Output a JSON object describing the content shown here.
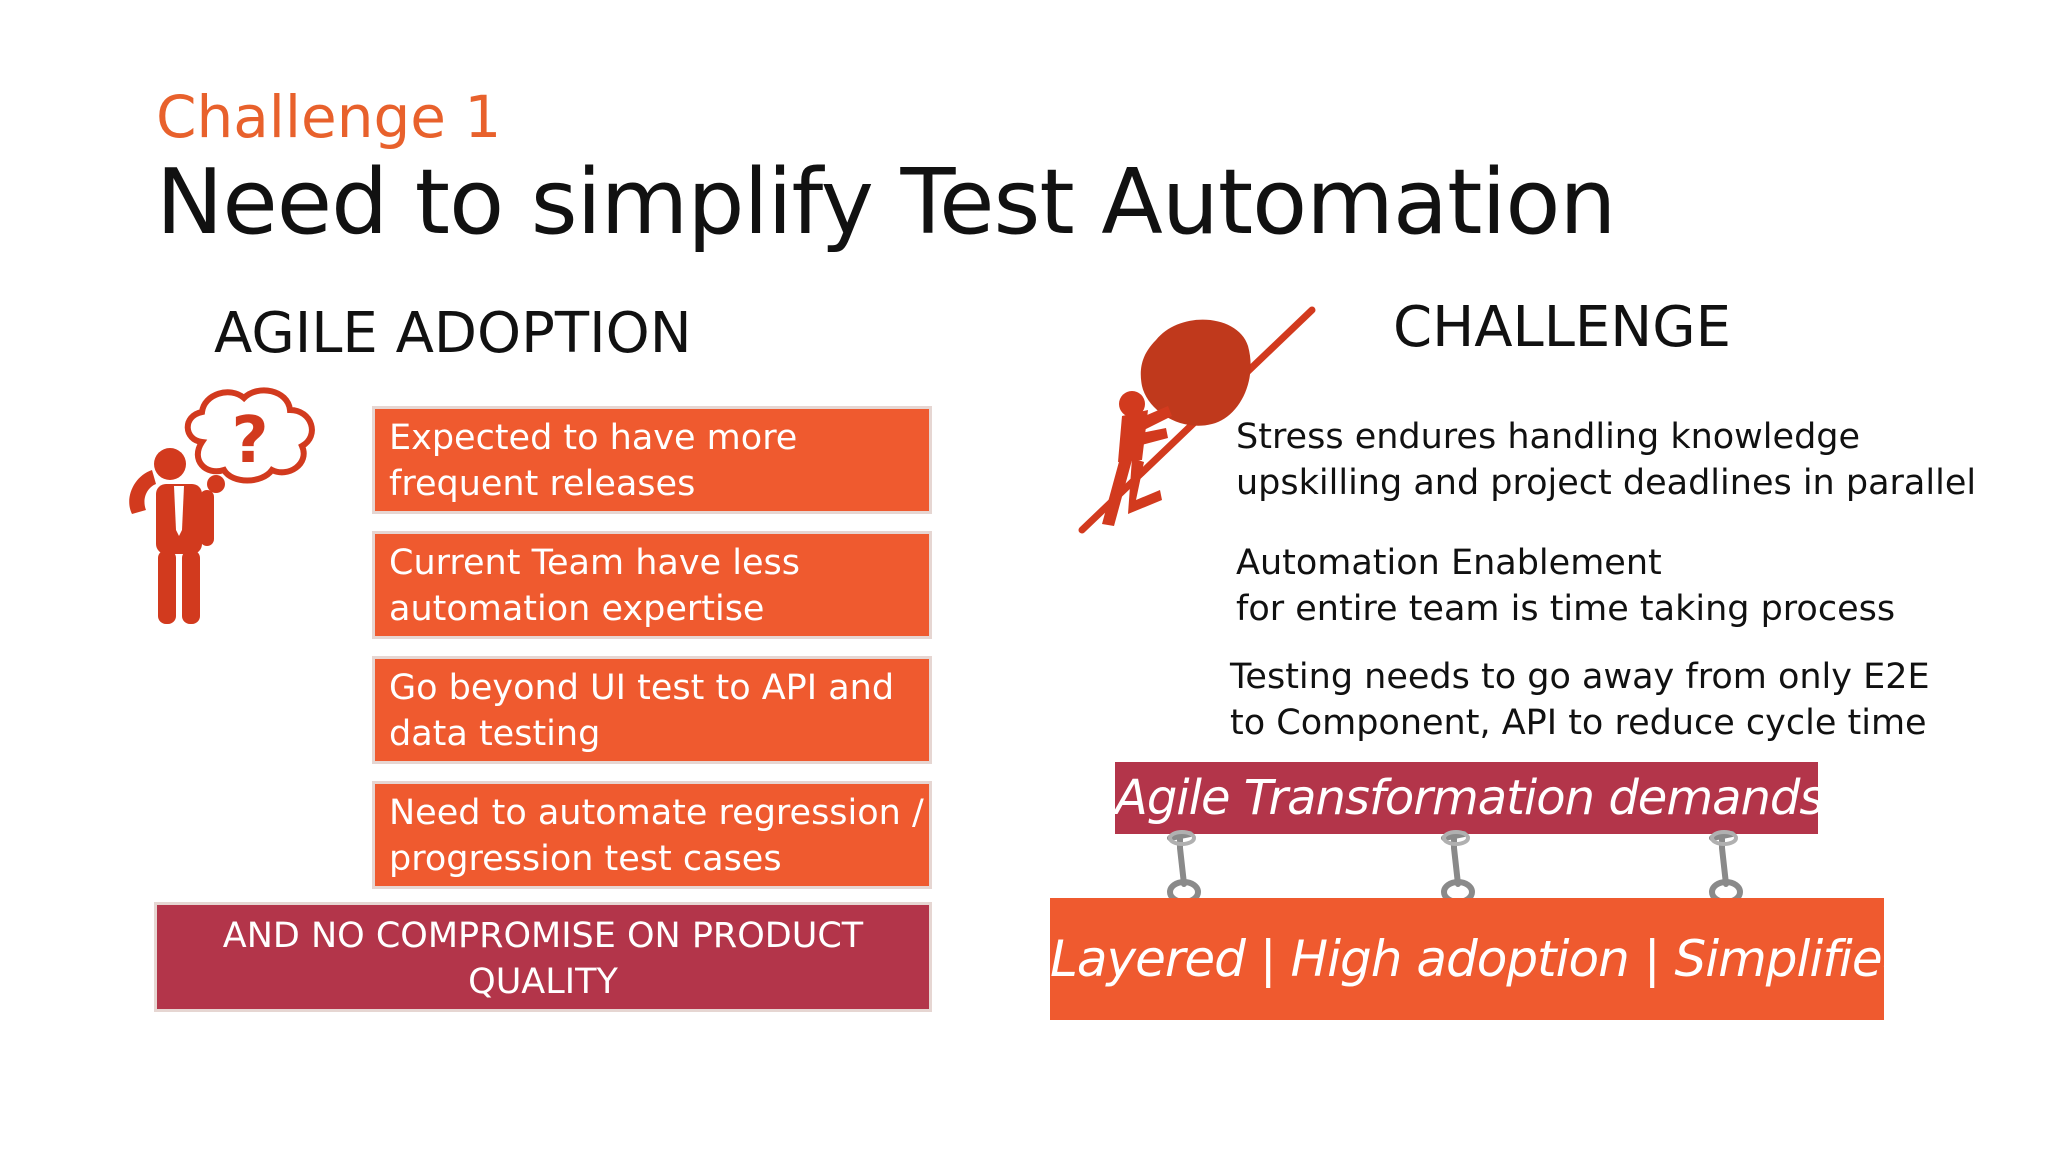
{
  "slide": {
    "subtitle": "Challenge 1",
    "title": "Need to simplify Test Automation"
  },
  "left": {
    "heading": "AGILE ADOPTION",
    "thinking_icon_glyph": "?",
    "items": [
      {
        "line1": "Expected to have more",
        "line2": "frequent releases"
      },
      {
        "line1": "Current Team have less",
        "line2": "automation expertise"
      },
      {
        "line1": "Go beyond UI test to API and",
        "line2": "data testing"
      },
      {
        "line1": "Need to automate  regression /",
        "line2": "progression test cases"
      }
    ],
    "quality": {
      "line1": "AND NO COMPROMISE ON PRODUCT",
      "line2": "QUALITY"
    }
  },
  "right": {
    "heading": "CHALLENGE",
    "items": [
      {
        "line1": "Stress endures handling  knowledge",
        "line2": "upskilling and project deadlines in parallel"
      },
      {
        "line1": "Automation Enablement",
        "line2": "for entire team is time taking process"
      },
      {
        "line1": "Testing needs to go away from only E2E",
        "line2": "to Component, API to reduce cycle time"
      }
    ],
    "demand_label": "Agile Transformation demands",
    "result_label": "Layered | High adoption | Simplified"
  },
  "colors": {
    "accent_orange": "#ef5a2f",
    "maroon": "#b3354a",
    "icon_red": "#d23a1e",
    "chain_gray": "#8a8a8a"
  },
  "icons": [
    "thinking-person-icon",
    "boulder-pushing-icon",
    "chain-link-icon"
  ]
}
